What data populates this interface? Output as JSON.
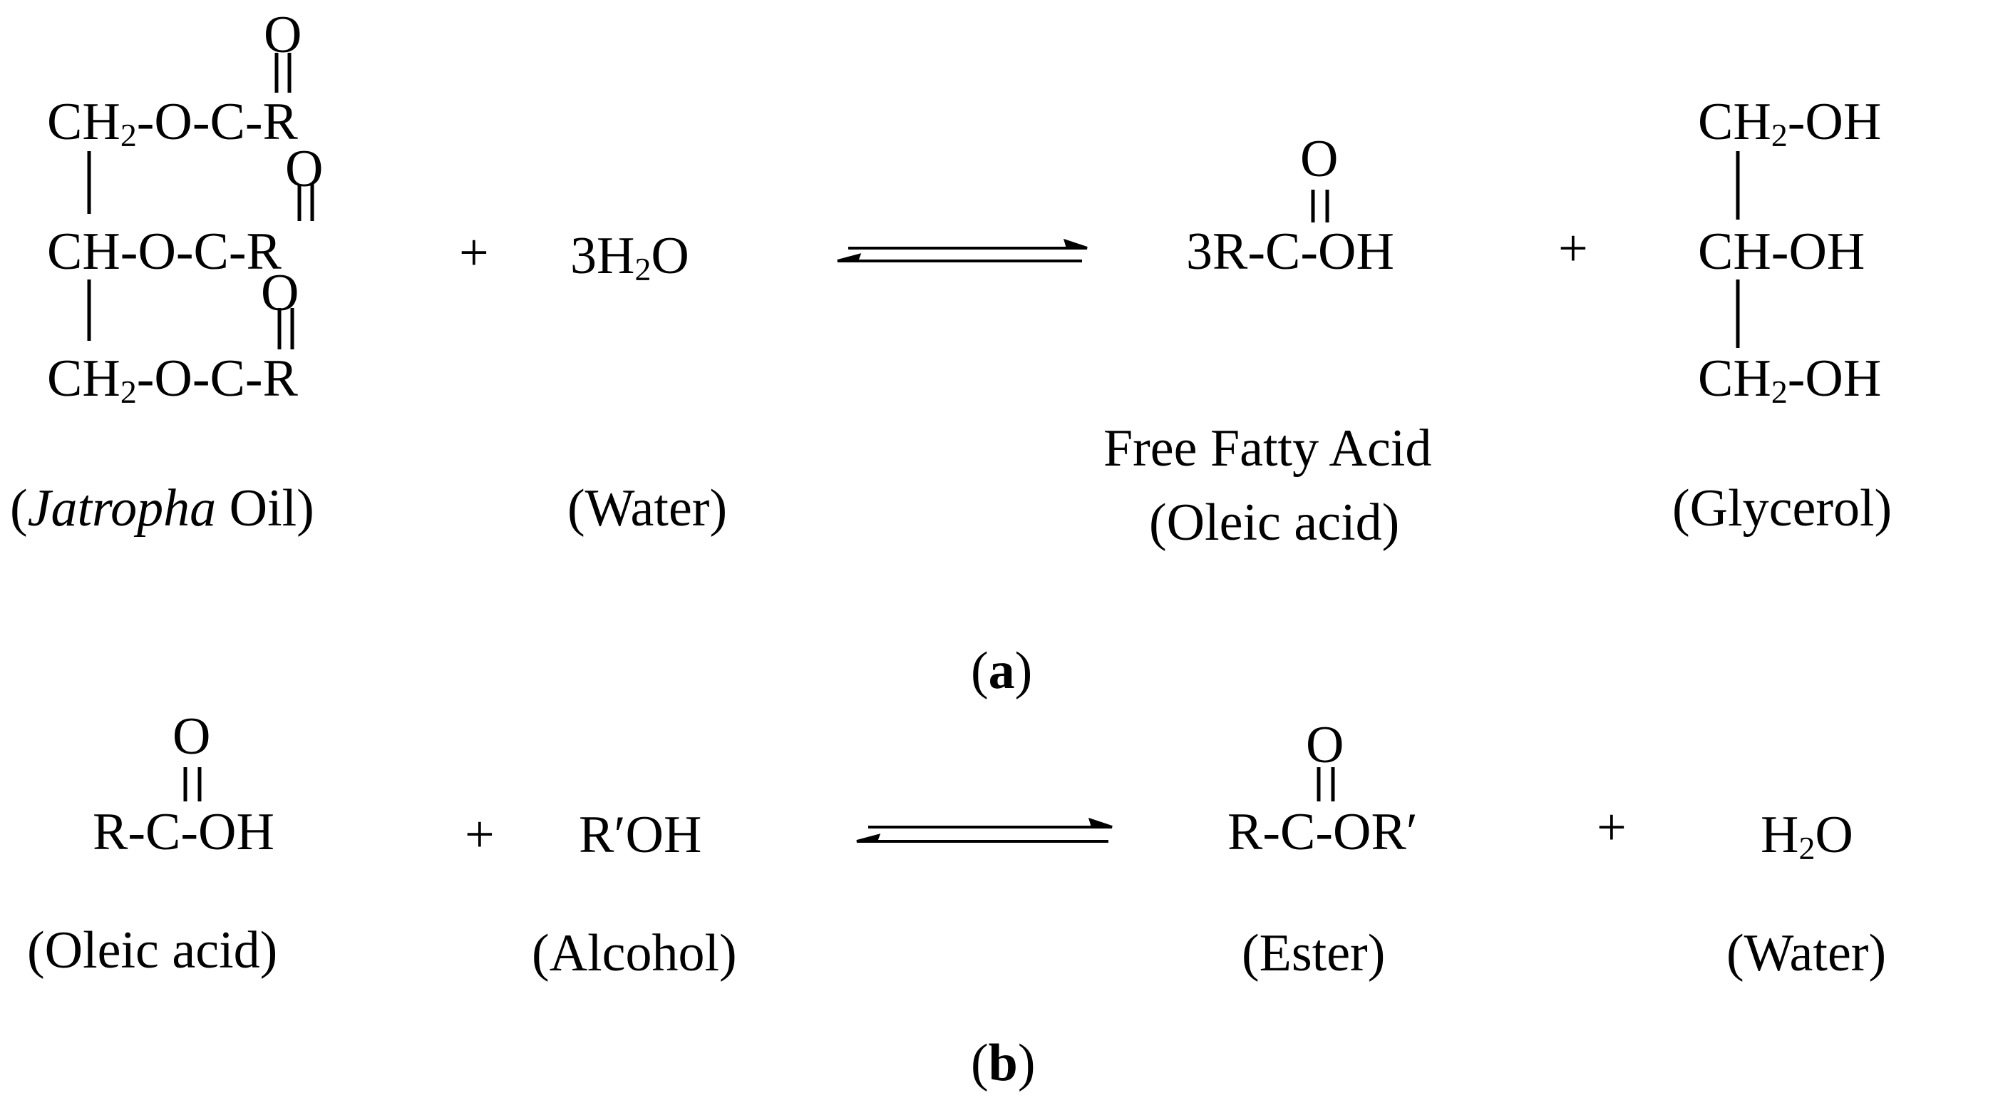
{
  "panel_a": {
    "reactant1": {
      "row1": {
        "a": "CH",
        "sub": "2",
        "b": "-O-C-R"
      },
      "row2": "CH-O-C-R",
      "row3": {
        "a": "CH",
        "sub": "2",
        "b": "-O-C-R"
      },
      "carbonyl_o": "O",
      "name": {
        "open": "(",
        "italic": "Jatropha",
        "rest": " Oil)"
      }
    },
    "plus1": "+",
    "reactant2": {
      "a": "3H",
      "sub": "2",
      "b": "O",
      "name": "(Water)"
    },
    "product1": {
      "formula": "3R-C-OH",
      "carbonyl_o": "O",
      "name_line1": "Free Fatty Acid",
      "name_line2": "(Oleic acid)"
    },
    "plus2": "+",
    "product2": {
      "row1": {
        "a": "CH",
        "sub": "2",
        "b": "-OH"
      },
      "row2": "CH-OH",
      "row3": {
        "a": "CH",
        "sub": "2",
        "b": "-OH"
      },
      "name": "(Glycerol)"
    },
    "label": {
      "open": "(",
      "letter": "a",
      "close": ")"
    }
  },
  "panel_b": {
    "reactant1": {
      "formula": "R-C-OH",
      "carbonyl_o": "O",
      "name": "(Oleic acid)"
    },
    "plus1": "+",
    "reactant2": {
      "formula": "R′OH",
      "name": "(Alcohol)"
    },
    "product1": {
      "formula": "R-C-OR′",
      "carbonyl_o": "O",
      "name": "(Ester)"
    },
    "plus2": "+",
    "product2": {
      "a": "H",
      "sub": "2",
      "b": "O",
      "name": "(Water)"
    },
    "label": {
      "open": "(",
      "letter": "b",
      "close": ")"
    }
  }
}
